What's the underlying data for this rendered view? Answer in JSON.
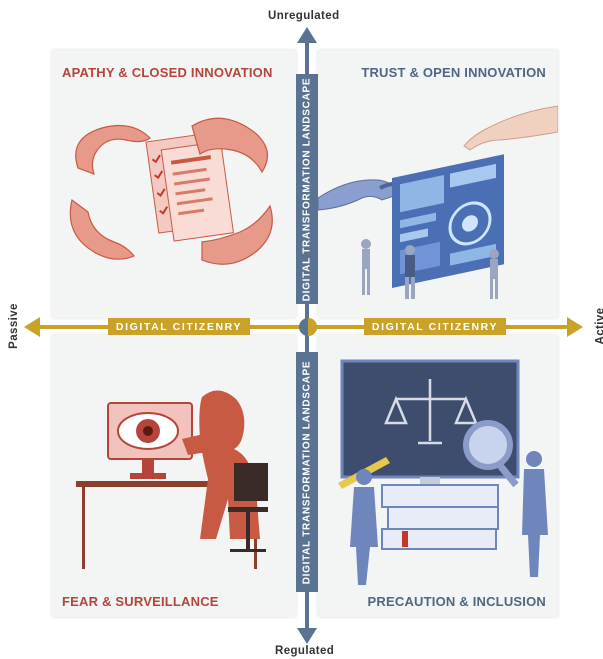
{
  "axes": {
    "top": "Unregulated",
    "bottom": "Regulated",
    "left": "Passive",
    "right": "Active"
  },
  "bars": {
    "vertical_upper": "DIGITAL TRANSFORMATION LANDSCAPE",
    "vertical_lower": "DIGITAL TRANSFORMATION LANDSCAPE",
    "horizontal_left": "DIGITAL CITIZENRY",
    "horizontal_right": "DIGITAL CITIZENRY"
  },
  "quadrants": {
    "top_left": "APATHY & CLOSED INNOVATION",
    "top_right": "TRUST & OPEN INNOVATION",
    "bottom_left": "FEAR & SURVEILLANCE",
    "bottom_right": "PRECAUTION & INCLUSION"
  },
  "colors": {
    "red_title": "#b5453a",
    "blue_title": "#4f6782",
    "axis_blue": "#5b7392",
    "axis_gold": "#c9a227",
    "illustration_red": "#c85a44",
    "illustration_blue": "#6f86bd"
  }
}
